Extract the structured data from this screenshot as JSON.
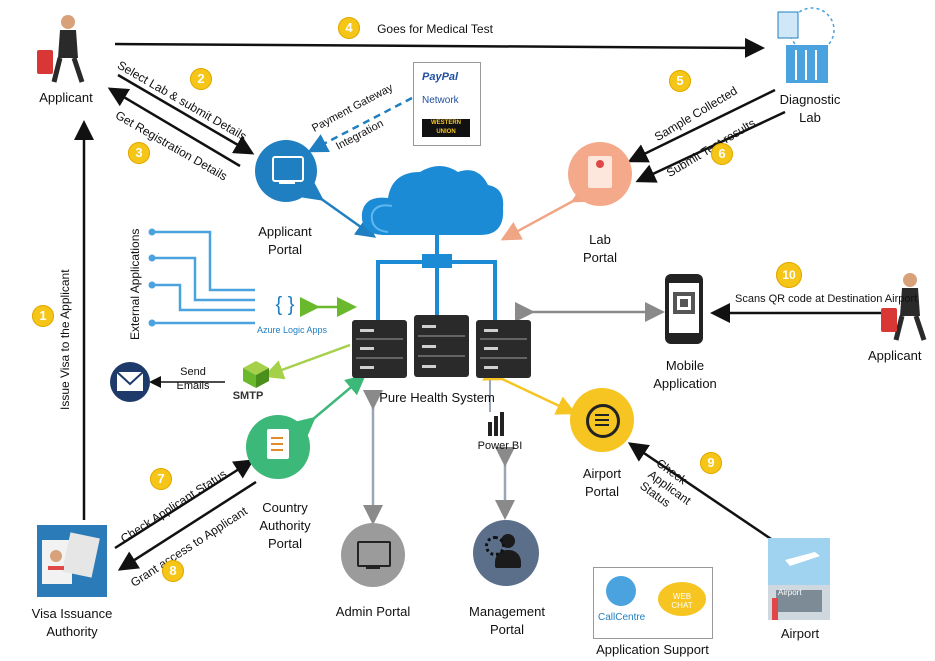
{
  "nodes": {
    "applicant_top": "Applicant",
    "diagnostic_lab": [
      "Diagnostic",
      "Lab"
    ],
    "applicant_portal": [
      "Applicant",
      "Portal"
    ],
    "lab_portal": [
      "Lab",
      "Portal"
    ],
    "mobile_app": [
      "Mobile",
      "Application"
    ],
    "applicant_right": "Applicant",
    "pure_health": "Pure Health System",
    "airport_portal": [
      "Airport",
      "Portal"
    ],
    "country_authority": [
      "Country",
      "Authority",
      "Portal"
    ],
    "visa_authority": [
      "Visa Issuance",
      "Authority"
    ],
    "admin_portal": "Admin Portal",
    "management_portal": [
      "Management",
      "Portal"
    ],
    "airport": "Airport",
    "app_support": "Application Support",
    "power_bi": "Power BI",
    "smtp": "SMTP",
    "send_emails": [
      "Send",
      "Emails"
    ],
    "azure": "Azure Logic Apps",
    "external_apps": "External Applications"
  },
  "steps": [
    {
      "num": "1",
      "text": "Issue Visa to the Applicant"
    },
    {
      "num": "2",
      "text": "Select Lab & submit Details"
    },
    {
      "num": "3",
      "text": "Get Registration Details"
    },
    {
      "num": "4",
      "text": "Goes for Medical Test"
    },
    {
      "num": "5",
      "text": "Sample Collected"
    },
    {
      "num": "6",
      "text": "Submit Test results"
    },
    {
      "num": "7",
      "text": "Check Applicant  Status"
    },
    {
      "num": "8",
      "text": "Grant access to Applicant"
    },
    {
      "num": "9",
      "text": "Check Applicant Status"
    },
    {
      "num": "10",
      "text": "Scans QR code at Destination Airport"
    }
  ],
  "payment": {
    "label": [
      "Payment Gateway",
      "Integration"
    ],
    "logos": [
      "PayPal",
      "Network",
      "WESTERN UNION"
    ]
  },
  "support_logos": [
    "CallCentre",
    "WEB CHAT"
  ],
  "airport_sign": "Airport",
  "colors": {
    "badge": "#f5c518",
    "portal_blue": "#1f7fc1",
    "lab_peach": "#f4a98a",
    "airport_yellow": "#f6c522",
    "country_green": "#3cb878",
    "admin_gray": "#9b9b9b",
    "management_slate": "#5c6f8a",
    "visa_navy": "#1e3a6b",
    "cloud": "#1b8bd6",
    "server": "#2a2a2a"
  }
}
